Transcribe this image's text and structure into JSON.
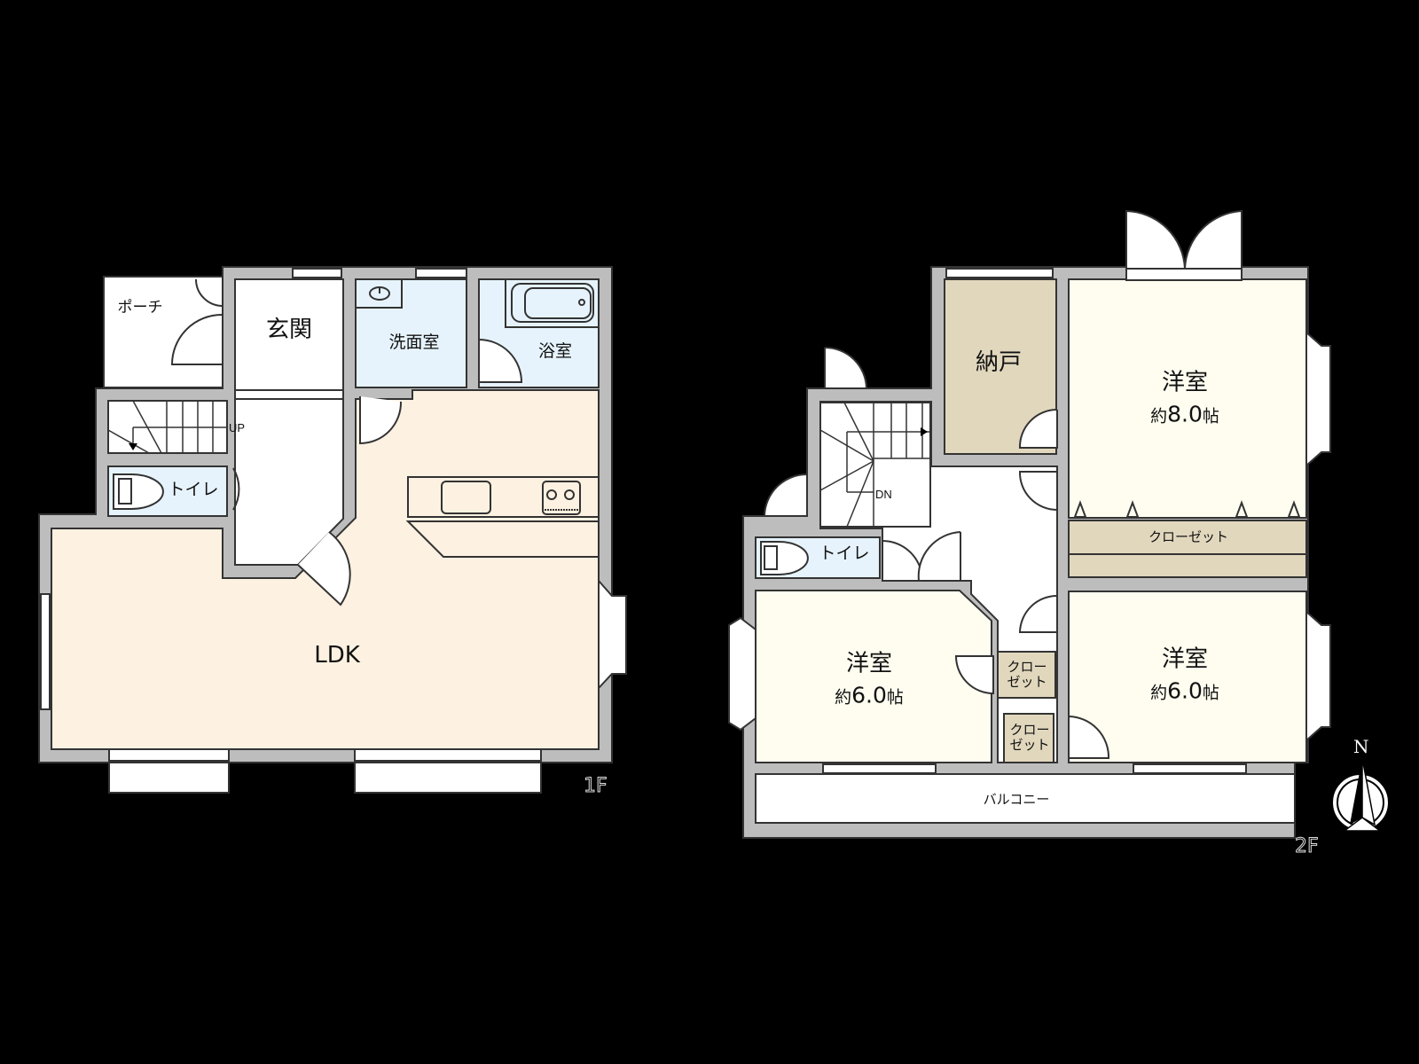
{
  "colors": {
    "background": "#000000",
    "wall": "#bdbdbd",
    "wall_outline": "#3a3a3a",
    "ldk_floor": "#fdf1e1",
    "wet_area_floor": "#e6f3fc",
    "bedroom_floor": "#fffdf0",
    "storage_floor": "#e1d7bd",
    "hall_floor": "#ffffff"
  },
  "floor_1": {
    "label": "1F",
    "rooms": {
      "porch": {
        "name": "ポーチ"
      },
      "entrance": {
        "name": "玄関"
      },
      "washroom": {
        "name": "洗面室"
      },
      "bathroom": {
        "name": "浴室"
      },
      "toilet": {
        "name": "トイレ"
      },
      "ldk": {
        "name": "LDK"
      }
    },
    "stairs_label": "UP"
  },
  "floor_2": {
    "label": "2F",
    "rooms": {
      "storeroom": {
        "name": "納戸"
      },
      "western_room_ne": {
        "name": "洋室",
        "area_prefix": "約",
        "area_value": "8.0",
        "area_unit": "帖"
      },
      "closet_ne": {
        "name": "クローゼット"
      },
      "toilet": {
        "name": "トイレ"
      },
      "western_room_sw": {
        "name": "洋室",
        "area_prefix": "約",
        "area_value": "6.0",
        "area_unit": "帖"
      },
      "closet_sw_1": {
        "name_line1": "クロー",
        "name_line2": "ゼット"
      },
      "closet_sw_2": {
        "name_line1": "クロー",
        "name_line2": "ゼット"
      },
      "western_room_se": {
        "name": "洋室",
        "area_prefix": "約",
        "area_value": "6.0",
        "area_unit": "帖"
      },
      "balcony": {
        "name": "バルコニー"
      }
    },
    "stairs_label": "DN"
  },
  "compass": {
    "north_label": "N"
  }
}
